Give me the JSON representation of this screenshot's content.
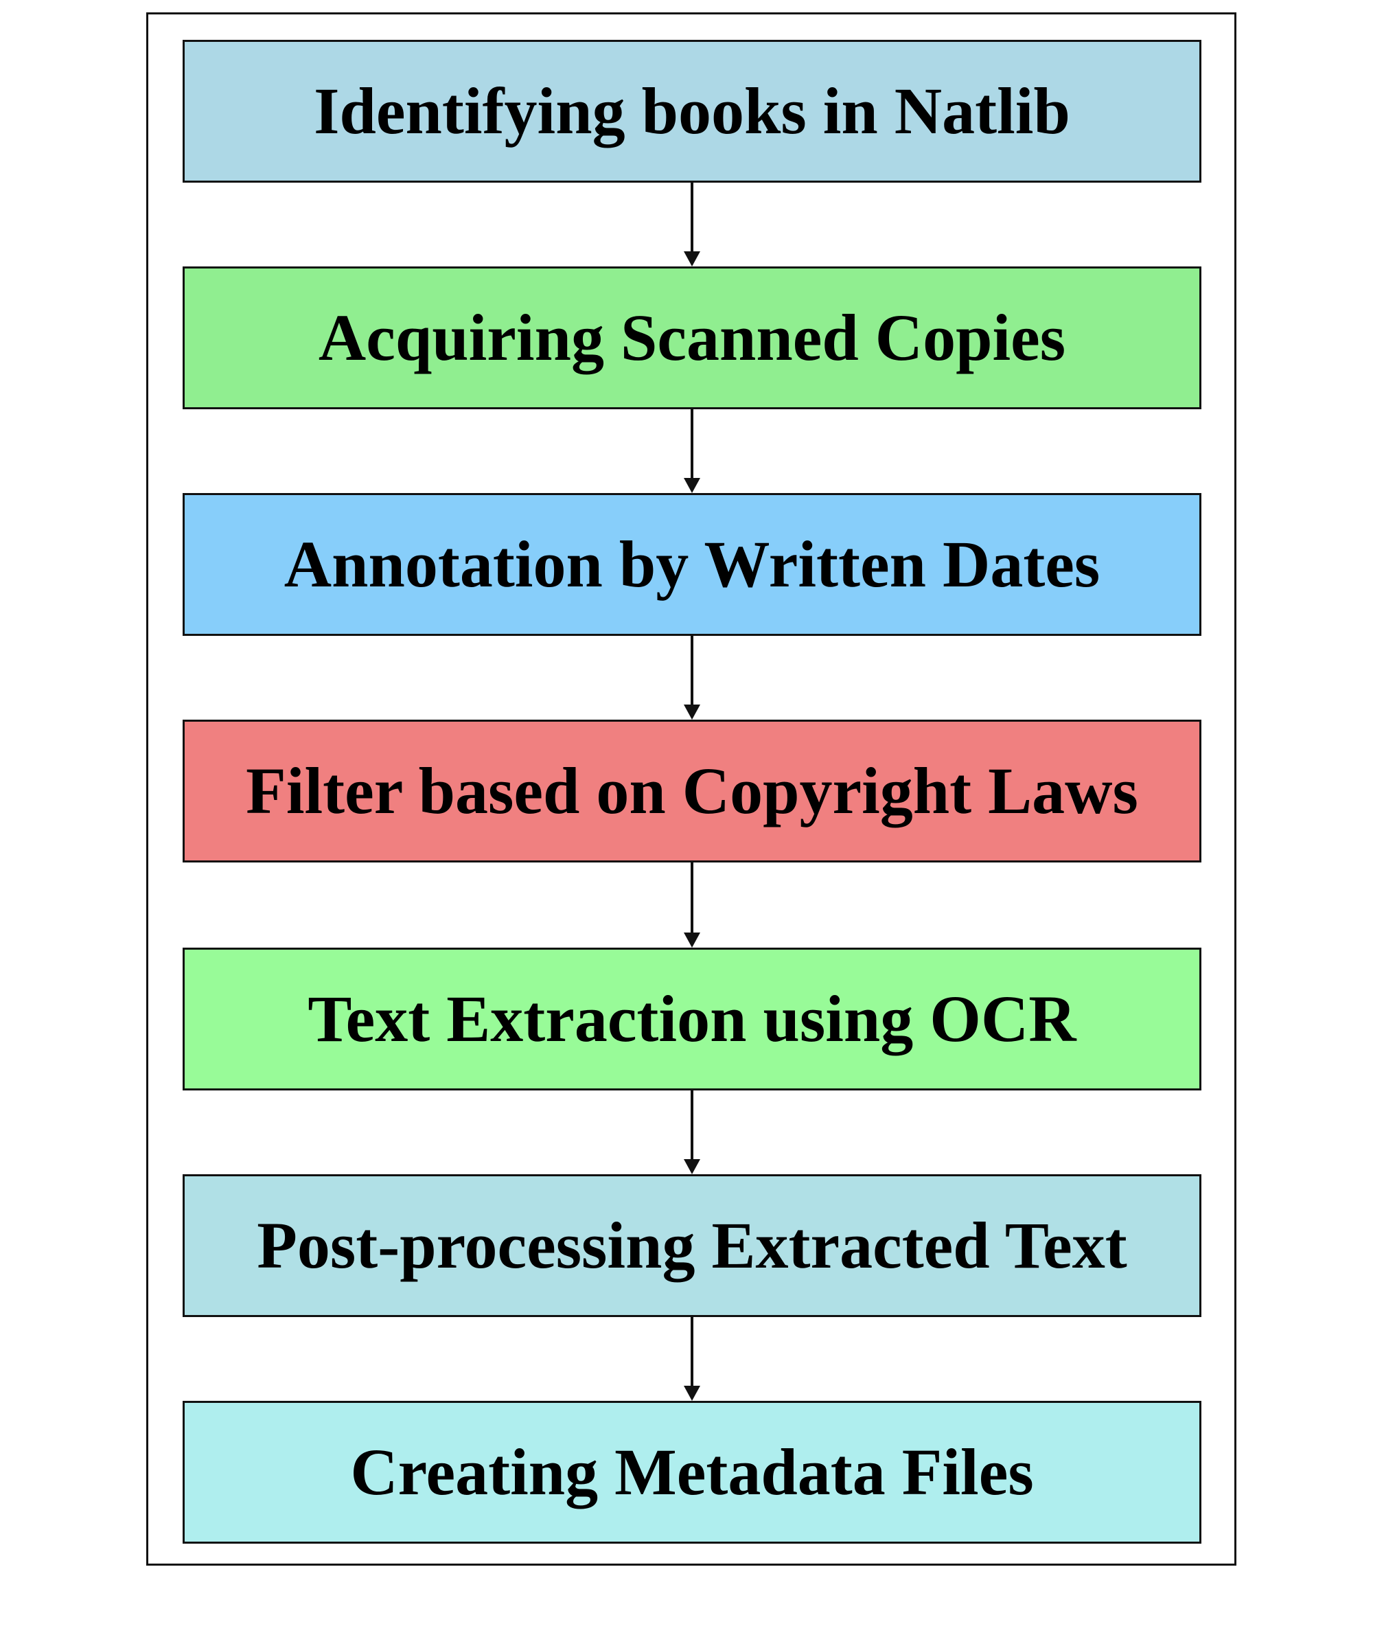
{
  "steps": [
    {
      "label": "Identifying books in Natlib",
      "color": "#add8e6"
    },
    {
      "label": "Acquiring Scanned Copies",
      "color": "#90ee90"
    },
    {
      "label": "Annotation by Written Dates",
      "color": "#87cefa"
    },
    {
      "label": "Filter based on Copyright Laws",
      "color": "#f08080"
    },
    {
      "label": "Text Extraction using OCR",
      "color": "#98fb98"
    },
    {
      "label": "Post-processing Extracted Text",
      "color": "#b0e0e6"
    },
    {
      "label": "Creating Metadata Files",
      "color": "#afeeee"
    }
  ]
}
